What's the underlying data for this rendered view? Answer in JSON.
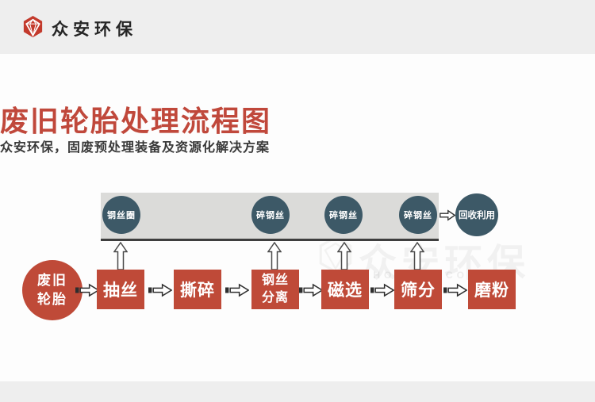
{
  "header": {
    "brand": "众安环保"
  },
  "hero": {
    "title": "废旧轮胎处理流程图",
    "subtitle": "众安环保，固废预处理装备及资源化解决方案"
  },
  "diagram": {
    "byproducts": [
      "钢丝圈",
      "碎钢丝",
      "碎钢丝",
      "碎钢丝"
    ],
    "recycle_label": "回收利用",
    "source_line1": "废旧",
    "source_line2": "轮胎",
    "steps": [
      "抽丝",
      "撕碎",
      "钢丝分离",
      "磁选",
      "筛分",
      "磨粉"
    ]
  },
  "watermark": {
    "text": "众安环保",
    "sub": "ZHONGAN CO.C"
  },
  "colors": {
    "accent_red": "#bf4a38",
    "title_red": "#c0483b",
    "slate": "#3d5967",
    "bar_gray": "#dbdbd9",
    "strip_gray": "#eeeeee"
  }
}
